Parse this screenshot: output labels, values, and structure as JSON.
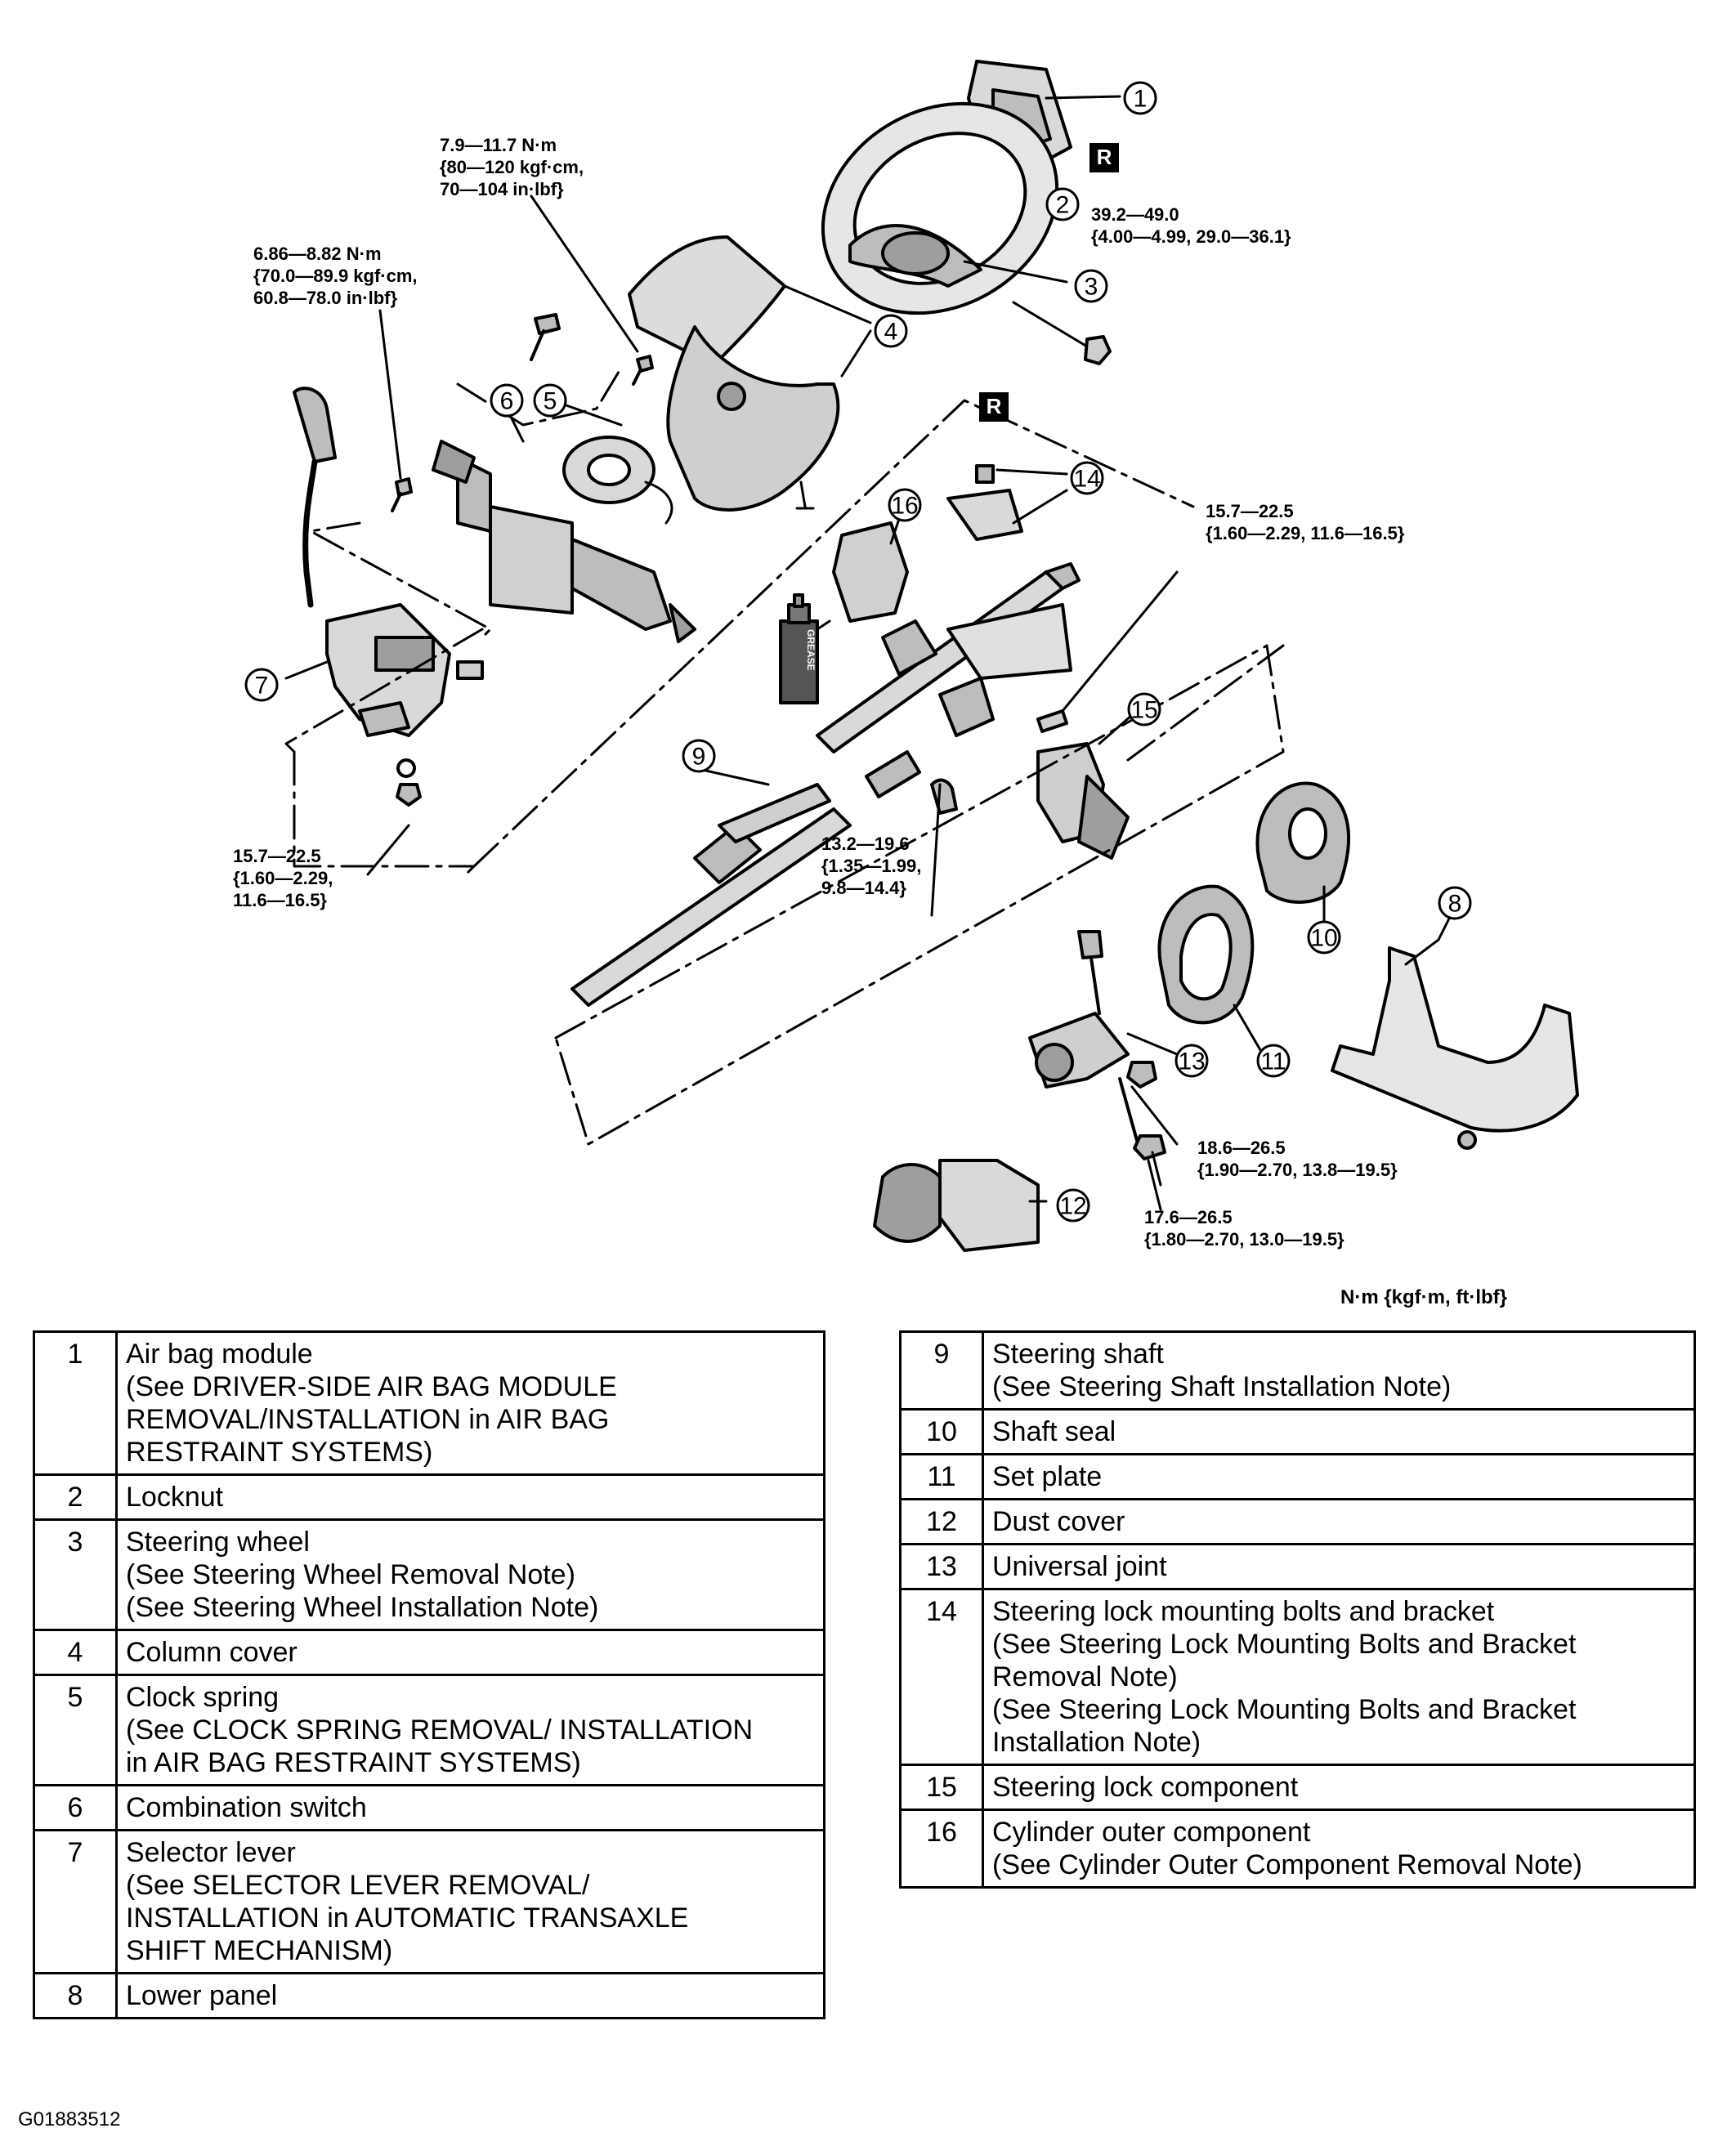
{
  "diagram": {
    "callouts": [
      {
        "id": "r1",
        "lines": [
          "R"
        ],
        "reverse": true
      },
      {
        "id": "t1",
        "lines": [
          "39.2—49.0",
          "{4.00—4.99, 29.0—36.1}"
        ]
      },
      {
        "id": "t2",
        "lines": [
          "7.9—11.7 N·m",
          "{80—120 kgf·cm,",
          "70—104 in·lbf}"
        ]
      },
      {
        "id": "t3",
        "lines": [
          "6.86—8.82 N·m",
          "{70.0—89.9 kgf·cm,",
          "60.8—78.0 in·lbf}"
        ]
      },
      {
        "id": "r2",
        "lines": [
          "R"
        ],
        "reverse": true
      },
      {
        "id": "t4",
        "lines": [
          "15.7—22.5",
          "{1.60—2.29, 11.6—16.5}"
        ]
      },
      {
        "id": "t5",
        "lines": [
          "15.7—22.5",
          "{1.60—2.29,",
          "11.6—16.5}"
        ]
      },
      {
        "id": "t6",
        "lines": [
          "13.2—19.6",
          "{1.35—1.99,",
          "9.8—14.4}"
        ]
      },
      {
        "id": "t7",
        "lines": [
          "18.6—26.5",
          "{1.90—2.70, 13.8—19.5}"
        ]
      },
      {
        "id": "t8",
        "lines": [
          "17.6—26.5",
          "{1.80—2.70, 13.0—19.5}"
        ]
      }
    ],
    "part_numbers": [
      "1",
      "2",
      "3",
      "4",
      "5",
      "6",
      "7",
      "8",
      "9",
      "10",
      "11",
      "12",
      "13",
      "14",
      "15",
      "16"
    ],
    "grease_label": "GREASE",
    "units": "N·m {kgf·m, ft·lbf}"
  },
  "table_left": [
    {
      "num": "1",
      "desc": "Air bag module\n(See DRIVER-SIDE AIR BAG MODULE\nREMOVAL/INSTALLATION in AIR BAG\nRESTRAINT SYSTEMS)"
    },
    {
      "num": "2",
      "desc": "Locknut"
    },
    {
      "num": "3",
      "desc": "Steering wheel\n(See Steering Wheel Removal Note)\n(See Steering Wheel Installation Note)"
    },
    {
      "num": "4",
      "desc": "Column cover"
    },
    {
      "num": "5",
      "desc": "Clock spring\n(See CLOCK SPRING REMOVAL/ INSTALLATION\nin AIR BAG RESTRAINT SYSTEMS)"
    },
    {
      "num": "6",
      "desc": "Combination switch"
    },
    {
      "num": "7",
      "desc": "Selector lever\n(See SELECTOR LEVER REMOVAL/\nINSTALLATION in AUTOMATIC TRANSAXLE\nSHIFT MECHANISM)"
    },
    {
      "num": "8",
      "desc": "Lower panel"
    }
  ],
  "table_right": [
    {
      "num": "9",
      "desc": "Steering shaft\n(See Steering Shaft Installation Note)"
    },
    {
      "num": "10",
      "desc": "Shaft seal"
    },
    {
      "num": "11",
      "desc": "Set plate"
    },
    {
      "num": "12",
      "desc": "Dust cover"
    },
    {
      "num": "13",
      "desc": "Universal joint"
    },
    {
      "num": "14",
      "desc": "Steering lock mounting bolts and bracket\n(See Steering Lock Mounting Bolts and Bracket\nRemoval Note)\n(See Steering Lock Mounting Bolts and Bracket\nInstallation Note)"
    },
    {
      "num": "15",
      "desc": "Steering lock component"
    },
    {
      "num": "16",
      "desc": "Cylinder outer component\n(See Cylinder Outer Component Removal Note)\n "
    }
  ],
  "figure_code": "G01883512"
}
